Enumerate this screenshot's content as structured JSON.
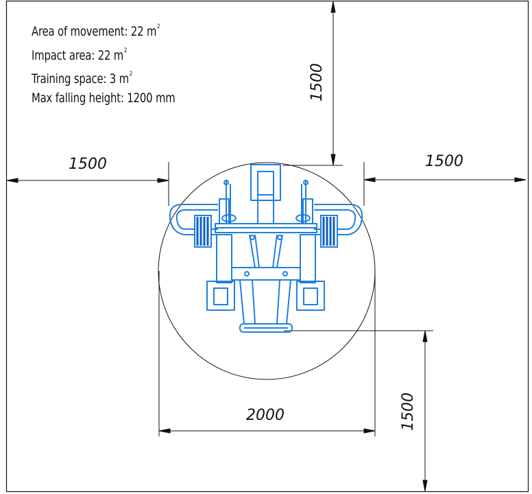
{
  "specs": {
    "movement": {
      "label": "Area of movement: 22 m",
      "sup": "2"
    },
    "impact": {
      "label": "Impact area: 22 m",
      "sup": "2"
    },
    "training": {
      "label": "Training space: 3 m",
      "sup": "2"
    },
    "falling": {
      "label": "Max falling height: 1200 mm"
    }
  },
  "dimensions": {
    "top": "1500",
    "left": "1500",
    "right": "1500",
    "bottom": "2000",
    "lower_right": "1500"
  },
  "colors": {
    "line": "#111111",
    "equipment": "#1f7fe0",
    "equipment_dark": "#0d5fc0"
  }
}
